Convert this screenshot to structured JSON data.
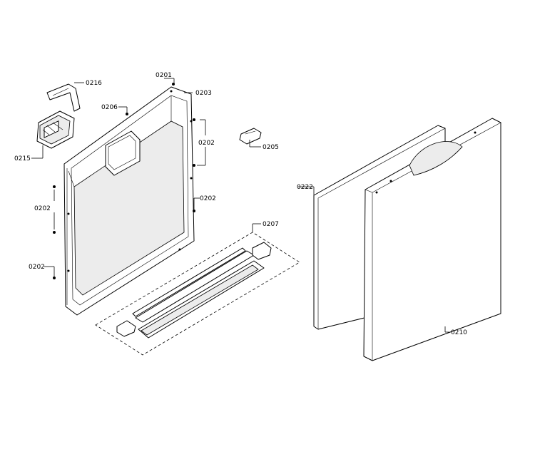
{
  "diagram": {
    "callouts": [
      {
        "id": "p0201",
        "text": "0201"
      },
      {
        "id": "p0203",
        "text": "0203"
      },
      {
        "id": "p0216",
        "text": "0216"
      },
      {
        "id": "p0206",
        "text": "0206"
      },
      {
        "id": "p0215",
        "text": "0215"
      },
      {
        "id": "p0205",
        "text": "0205"
      },
      {
        "id": "p0202a",
        "text": "0202"
      },
      {
        "id": "p0202b",
        "text": "0202"
      },
      {
        "id": "p0202c",
        "text": "0202"
      },
      {
        "id": "p0202d",
        "text": "0202"
      },
      {
        "id": "p0207",
        "text": "0207"
      },
      {
        "id": "p0222",
        "text": "0222"
      },
      {
        "id": "p0210",
        "text": "0210"
      }
    ]
  }
}
